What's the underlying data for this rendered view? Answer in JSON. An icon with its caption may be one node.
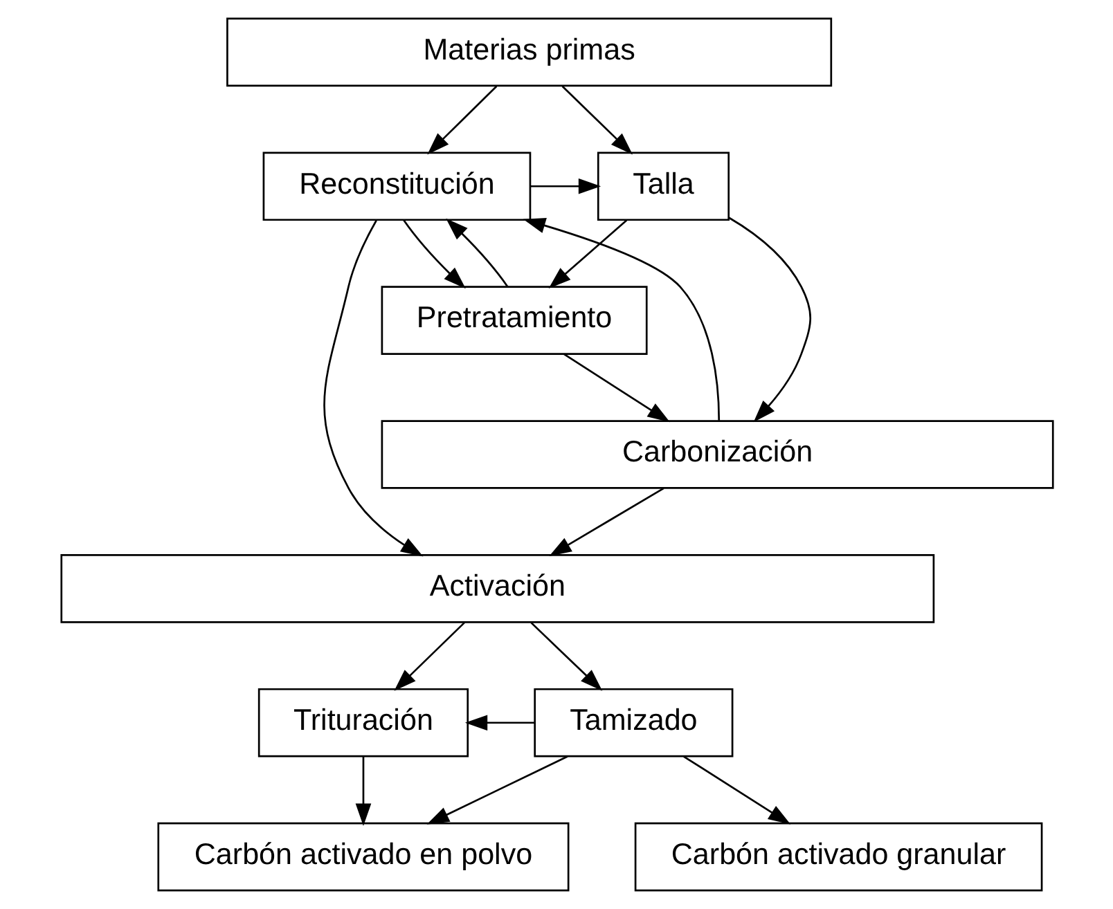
{
  "diagram": {
    "nodes": [
      {
        "text": [
          "Materias primas"
        ]
      },
      {
        "text": [
          "Reconstitución"
        ]
      },
      {
        "text": [
          "Talla"
        ]
      },
      {
        "text": [
          "Pretratamiento"
        ]
      },
      {
        "text": [
          "Carbonización"
        ]
      },
      {
        "text": [
          "Activación"
        ]
      },
      {
        "text": [
          "Trituración"
        ]
      },
      {
        "text": [
          "Tamizado"
        ]
      },
      {
        "text": [
          "Carbón activado en polvo"
        ]
      },
      {
        "text": [
          "Carbón activado granular"
        ]
      }
    ],
    "edges": [
      {
        "from": 0,
        "to": 1,
        "arrow": "to"
      },
      {
        "from": 0,
        "to": 2,
        "arrow": "to"
      },
      {
        "from": 1,
        "to": 2,
        "arrow": "to"
      },
      {
        "from": 1,
        "to": 3,
        "arrow": "to"
      },
      {
        "from": 2,
        "to": 3,
        "arrow": "to"
      },
      {
        "from": 3,
        "to": 1,
        "arrow": "to"
      },
      {
        "from": 3,
        "to": 4,
        "arrow": "to"
      },
      {
        "from": 2,
        "to": 4,
        "arrow": "to"
      },
      {
        "from": 4,
        "to": 1,
        "arrow": "to"
      },
      {
        "from": 1,
        "to": 5,
        "arrow": "to"
      },
      {
        "from": 4,
        "to": 5,
        "arrow": "to"
      },
      {
        "from": 5,
        "to": 6,
        "arrow": "to"
      },
      {
        "from": 5,
        "to": 7,
        "arrow": "to"
      },
      {
        "from": 7,
        "to": 6,
        "arrow": "to"
      },
      {
        "from": 6,
        "to": 8,
        "arrow": "to"
      },
      {
        "from": 7,
        "to": 8,
        "arrow": "to"
      },
      {
        "from": 7,
        "to": 9,
        "arrow": "to"
      }
    ]
  }
}
